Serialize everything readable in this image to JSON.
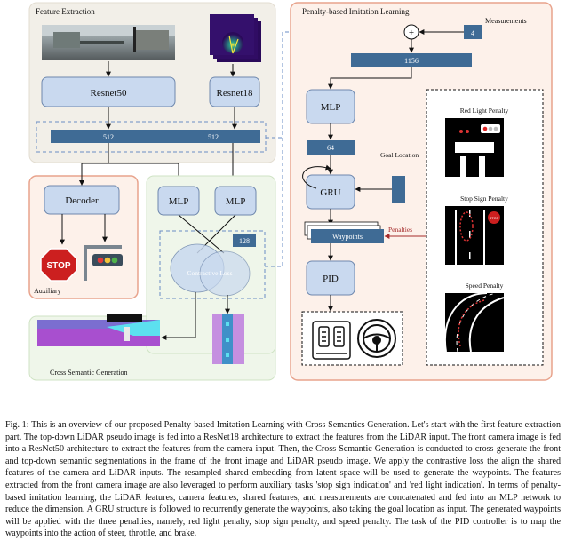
{
  "figure": {
    "feature_extraction": {
      "title": "Feature Extraction",
      "camera_encoder": "Resnet50",
      "lidar_encoder": "Resnet18",
      "camera_feature_dim": "512",
      "lidar_feature_dim": "512"
    },
    "auxiliary": {
      "title": "Auxiliary",
      "decoder": "Decoder",
      "stop_sign_text": "STOP"
    },
    "cross_semantic": {
      "title": "Cross Semantic Generation",
      "mlp_left": "MLP",
      "mlp_right": "MLP",
      "shared_dim": "128",
      "contrastive_loss": "Contractive Loss"
    },
    "imitation": {
      "title": "Penalty-based Imitation Learning",
      "measurements_label": "Measurements",
      "measurements_dim": "4",
      "concat_symbol": "+",
      "concat_dim": "1156",
      "mlp": "MLP",
      "mlp_out_dim": "64",
      "goal_location": "Goal Location",
      "gru": "GRU",
      "waypoints": "Waypoints",
      "penalties": "Penalties",
      "pid": "PID",
      "red_light_penalty": "Red Light Penalty",
      "stop_sign_penalty": "Stop Sign Penalty",
      "speed_penalty": "Speed Penalty",
      "stop_sign_text": "STOP"
    }
  },
  "caption": {
    "label": "Fig. 1:",
    "text": "This is an overview of our proposed Penalty-based Imitation Learning with Cross Semantics Generation. Let's start with the first feature extraction part. The top-down LiDAR pseudo image is fed into a ResNet18 architecture to extract the features from the LiDAR input. The front camera image is fed into a ResNet50 architecture to extract the features from the camera input. Then, the Cross Semantic Generation is conducted to cross-generate the front and top-down semantic segmentations in the frame of the front image and LiDAR pseudo image. We apply the contrastive loss the align the shared features of the camera and LiDAR inputs. The resampled shared embedding from latent space will be used to generate the waypoints. The features extracted from the front camera image are also leveraged to perform auxiliary tasks 'stop sign indication' and 'red light indication'. In terms of penalty-based imitation learning, the LiDAR features, camera features, shared features, and measurements are concatenated and fed into an MLP network to reduce the dimension. A GRU structure is followed to recurrently generate the waypoints, also taking the goal location as input. The generated waypoints will be applied with the three penalties, namely, red light penalty, stop sign penalty, and speed penalty. The task of the PID controller is to map the waypoints into the action of steer, throttle, and brake."
  },
  "colors": {
    "block_fill": "#c9d9ef",
    "block_stroke": "#6e87ad",
    "feature_bar": "#3f6b95",
    "feature_panel": "#f2efe8",
    "auxiliary_panel": "#fdf1ea",
    "cross_semantic_panel": "#eff6ea",
    "imitation_panel": "#fdf1ea",
    "panel_border_pink": "#e8a38c",
    "penalty_red": "#a52a2a"
  }
}
